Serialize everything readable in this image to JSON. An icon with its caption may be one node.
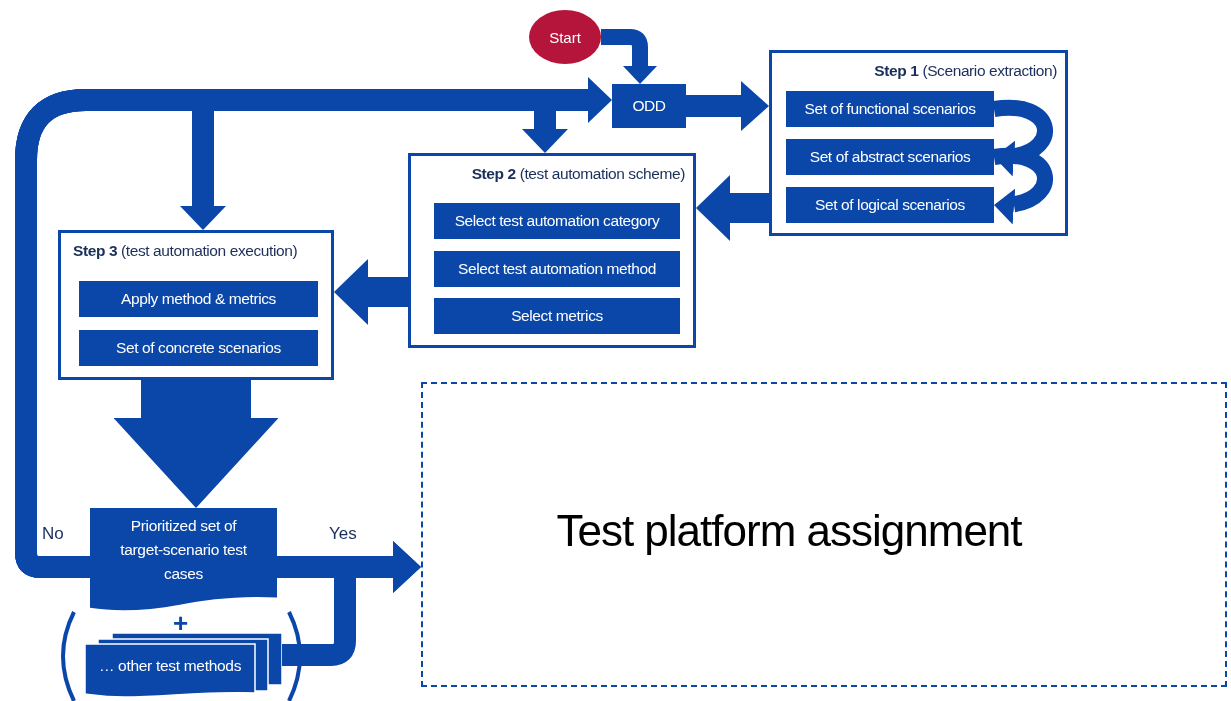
{
  "diagram": {
    "nodes": [
      {
        "text": [
          "Start"
        ]
      },
      {
        "text": [
          "ODD"
        ]
      },
      {
        "text": [
          "**Step 1** (Scenario extraction)"
        ]
      },
      {
        "text": [
          "Set of functional scenarios"
        ],
        "in": 2
      },
      {
        "text": [
          "Set of abstract scenarios"
        ],
        "in": 2
      },
      {
        "text": [
          "Set of logical scenarios"
        ],
        "in": 2
      },
      {
        "text": [
          "**Step 2** (test automation scheme)"
        ]
      },
      {
        "text": [
          "Select test automation category"
        ],
        "in": 6
      },
      {
        "text": [
          "Select test automation method"
        ],
        "in": 6
      },
      {
        "text": [
          "Select metrics"
        ],
        "in": 6
      },
      {
        "text": [
          "**Step 3** (test automation execution)"
        ]
      },
      {
        "text": [
          "Apply method & metrics"
        ],
        "in": 10
      },
      {
        "text": [
          "Set of concrete scenarios"
        ],
        "in": 10
      },
      {
        "text": [
          "Prioritized set of target-scenario test cases"
        ]
      },
      {
        "text": [
          "… other test methods"
        ]
      },
      {
        "text": [
          "Test platform assignment"
        ]
      }
    ],
    "edges": [
      {
        "from": 0,
        "to": 1,
        "arrow": "to"
      },
      {
        "from": 1,
        "to": 2,
        "arrow": "to"
      },
      {
        "from": 3,
        "to": 4,
        "arrow": "to"
      },
      {
        "from": 4,
        "to": 5,
        "arrow": "to"
      },
      {
        "from": 2,
        "to": 6,
        "arrow": "to"
      },
      {
        "from": 6,
        "to": 10,
        "arrow": "to"
      },
      {
        "from": 10,
        "to": 13,
        "arrow": "to"
      },
      {
        "from": 13,
        "to": 1,
        "arrow": "to",
        "label": "No"
      },
      {
        "from": 13,
        "to": 10,
        "arrow": "to"
      },
      {
        "from": 13,
        "to": 6,
        "arrow": "to"
      },
      {
        "from": 13,
        "to": 15,
        "arrow": "to",
        "label": "Yes"
      },
      {
        "from": 14,
        "to": 15,
        "arrow": "to"
      }
    ],
    "labels": [
      "+"
    ]
  }
}
